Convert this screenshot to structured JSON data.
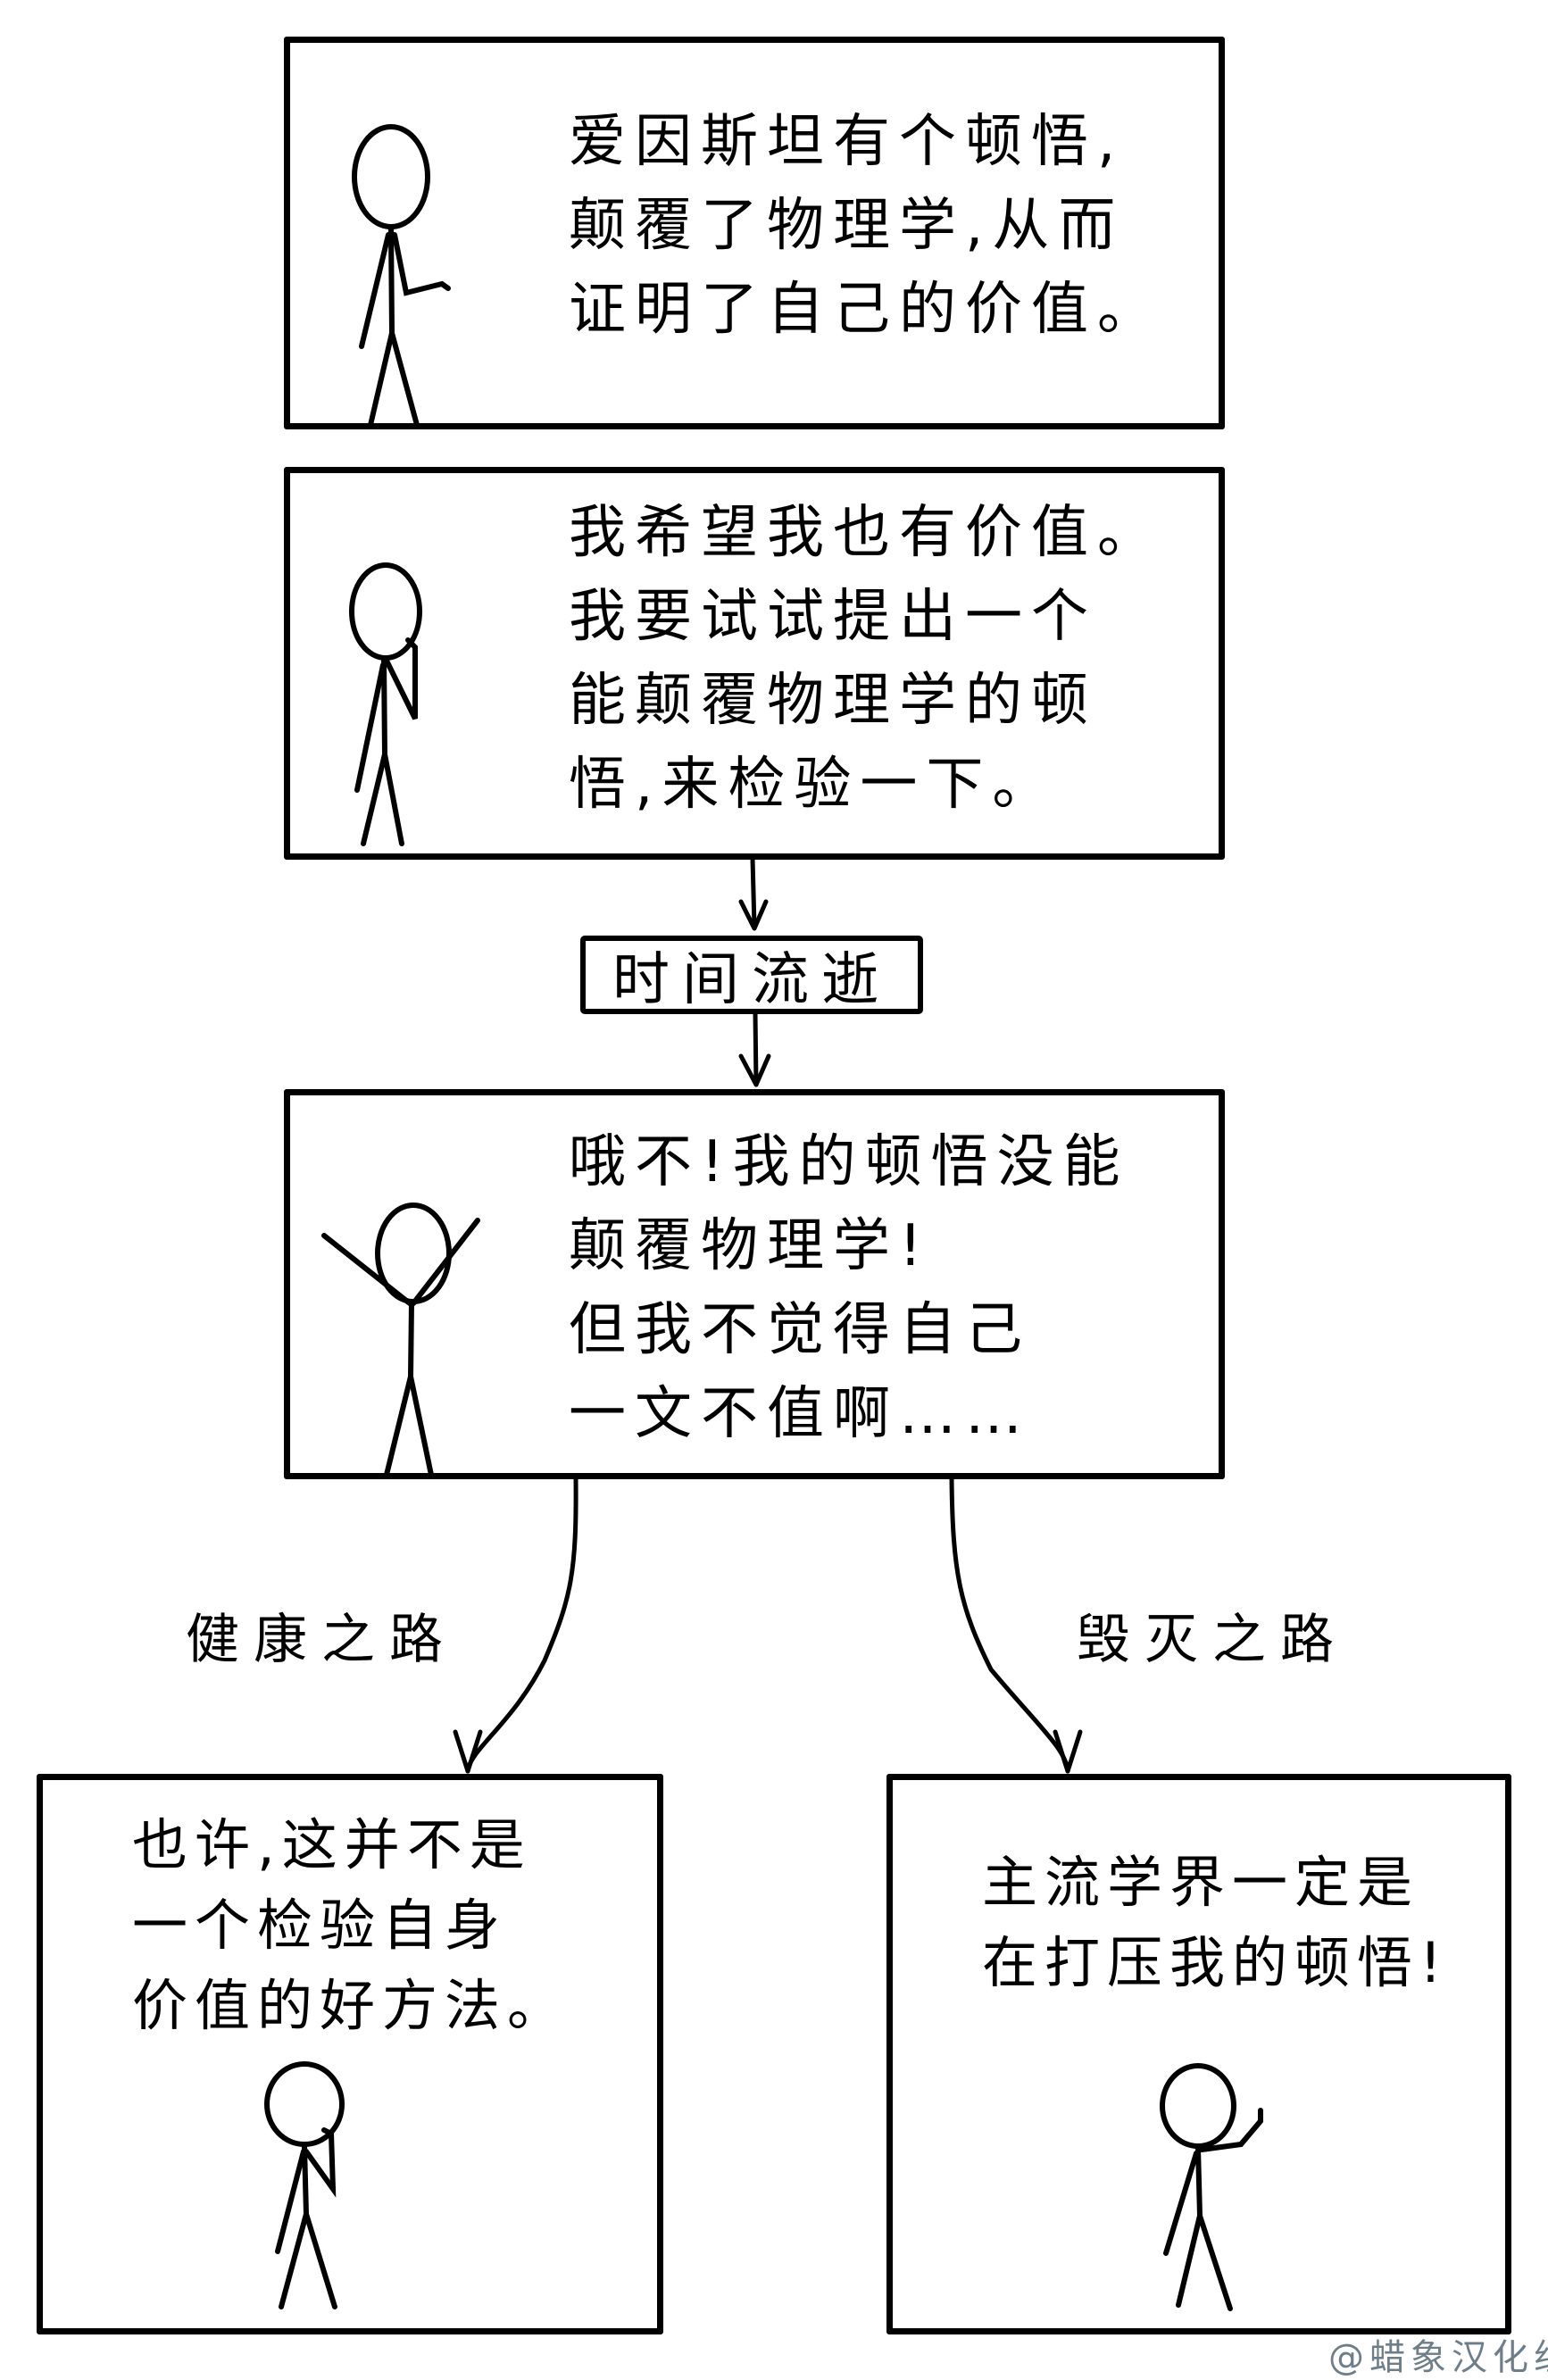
{
  "comic": {
    "panels": [
      {
        "id": "panel-1",
        "lines": [
          "爱因斯坦有个顿悟,",
          "颠覆了物理学,从而",
          "证明了自己的价值。"
        ],
        "figure_pose": "pointing"
      },
      {
        "id": "panel-2",
        "lines": [
          "我希望我也有价值。",
          "我要试试提出一个",
          "能颠覆物理学的顿",
          "悟,来检验一下。"
        ],
        "figure_pose": "thinking"
      },
      {
        "id": "panel-3",
        "lines": [
          "哦不!我的顿悟没能",
          "颠覆物理学!",
          "但我不觉得自己",
          "一文不值啊……"
        ],
        "figure_pose": "arms-raised"
      },
      {
        "id": "panel-healthy",
        "lines": [
          "也许,这并不是",
          "一个检验自身",
          "价值的好方法。"
        ],
        "figure_pose": "thinking"
      },
      {
        "id": "panel-destructive",
        "lines": [
          "主流学界一定是",
          "在打压我的顿悟!"
        ],
        "figure_pose": "finger-raised"
      }
    ],
    "time_passes_label": "时间流逝",
    "branches": {
      "left_label": "健康之路",
      "right_label": "毁灭之路"
    },
    "watermark": "@蜡象汉化组",
    "colors": {
      "ink": "#000000",
      "background": "#ffffff",
      "watermark": "#6d7e8a"
    }
  }
}
